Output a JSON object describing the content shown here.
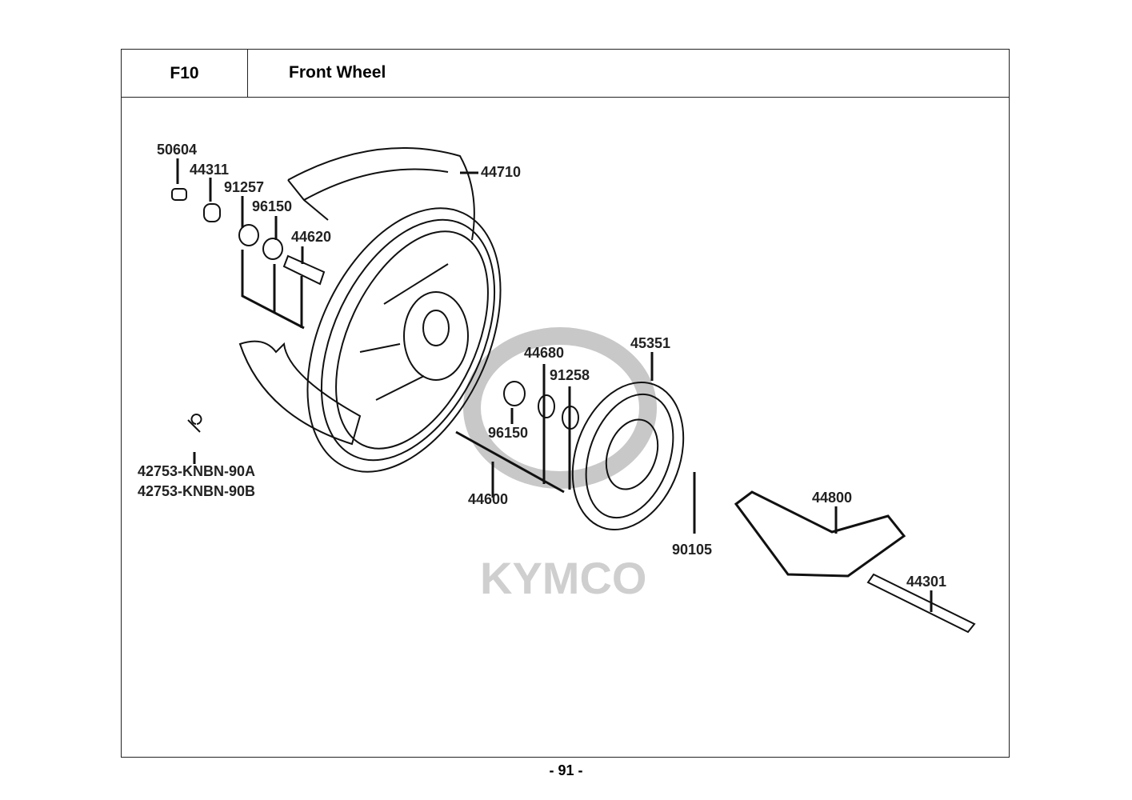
{
  "header": {
    "code": "F10",
    "title": "Front Wheel"
  },
  "watermark": "KYMCO",
  "parts": [
    {
      "number": "50604"
    },
    {
      "number": "44311"
    },
    {
      "number": "91257"
    },
    {
      "number": "96150"
    },
    {
      "number": "44620"
    },
    {
      "number": "44710"
    },
    {
      "number": "44680"
    },
    {
      "number": "91258"
    },
    {
      "number": "45351"
    },
    {
      "number": "96150"
    },
    {
      "number": "44600"
    },
    {
      "number": "42753-KNBN-90A"
    },
    {
      "number": "42753-KNBN-90B"
    },
    {
      "number": "44800"
    },
    {
      "number": "90105"
    },
    {
      "number": "44301"
    }
  ],
  "page_number": "- 91 -"
}
